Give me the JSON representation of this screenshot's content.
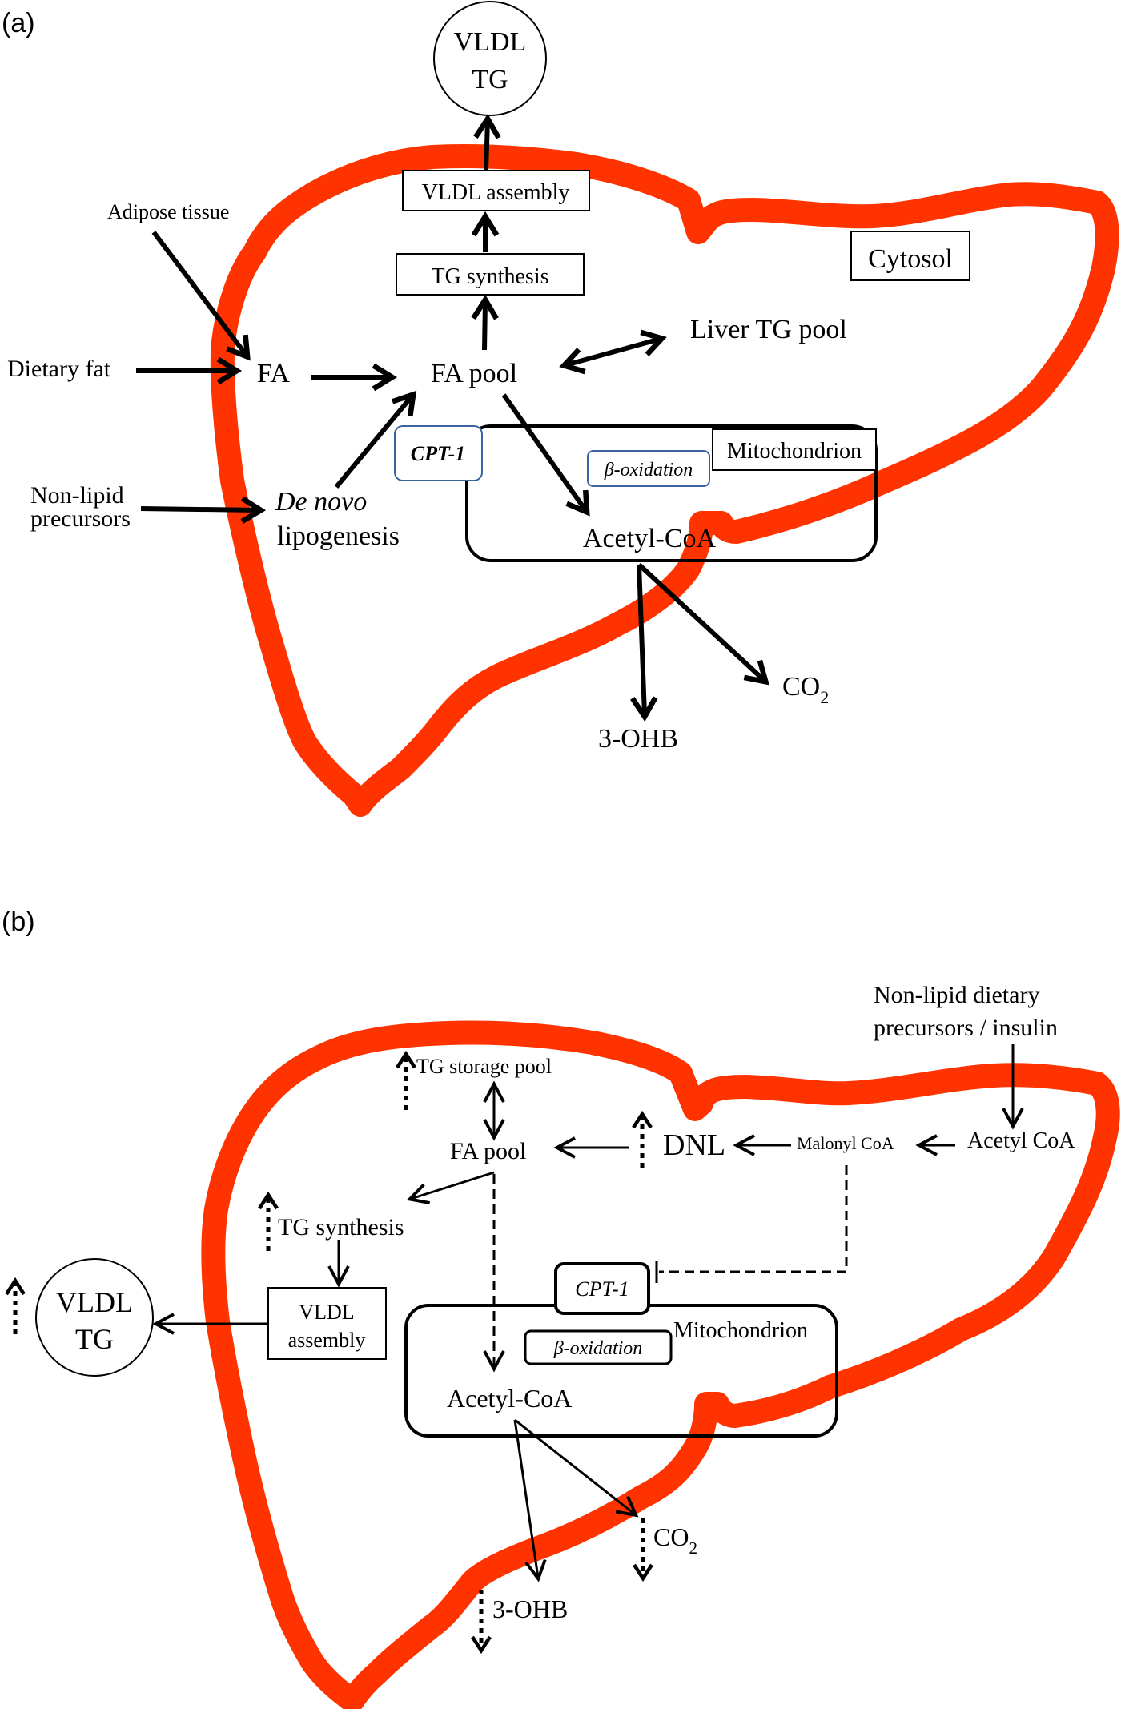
{
  "colors": {
    "liver_outline": "#FF3300",
    "cpt1_border_a": "#3A64A0",
    "text": "#000000"
  },
  "panel_a": {
    "label": "(a)",
    "vldl_tg": [
      "VLDL",
      "TG"
    ],
    "vldl_assembly": "VLDL assembly",
    "tg_synthesis": "TG synthesis",
    "cytosol": "Cytosol",
    "adipose_tissue": "Adipose tissue",
    "dietary_fat": "Dietary fat",
    "fa": "FA",
    "fa_pool": "FA pool",
    "liver_tg_pool": "Liver TG pool",
    "non_lipid_precursors": [
      "Non-lipid",
      "precursors"
    ],
    "de_novo": "De novo",
    "lipogenesis": "lipogenesis",
    "cpt1": "CPT-1",
    "beta_oxidation": "β-oxidation",
    "mitochondrion": "Mitochondrion",
    "acetyl_coa": "Acetyl-CoA",
    "three_ohb": "3-OHB",
    "co2": "CO",
    "co2_sub": "2"
  },
  "panel_b": {
    "label": "(b)",
    "vldl_tg": [
      "VLDL",
      "TG"
    ],
    "vldl_assembly": [
      "VLDL",
      "assembly"
    ],
    "tg_synthesis": "TG synthesis",
    "tg_storage_pool": "TG storage pool",
    "fa_pool": "FA pool",
    "dnl": "DNL",
    "malonyl_coa": "Malonyl CoA",
    "acetyl_coa_cytosol": "Acetyl CoA",
    "non_lipid_dietary": [
      "Non-lipid dietary",
      "precursors / insulin"
    ],
    "cpt1": "CPT-1",
    "beta_oxidation": "β-oxidation",
    "mitochondrion": "Mitochondrion",
    "acetyl_coa": "Acetyl-CoA",
    "three_ohb": "3-OHB",
    "co2": "CO",
    "co2_sub": "2"
  }
}
